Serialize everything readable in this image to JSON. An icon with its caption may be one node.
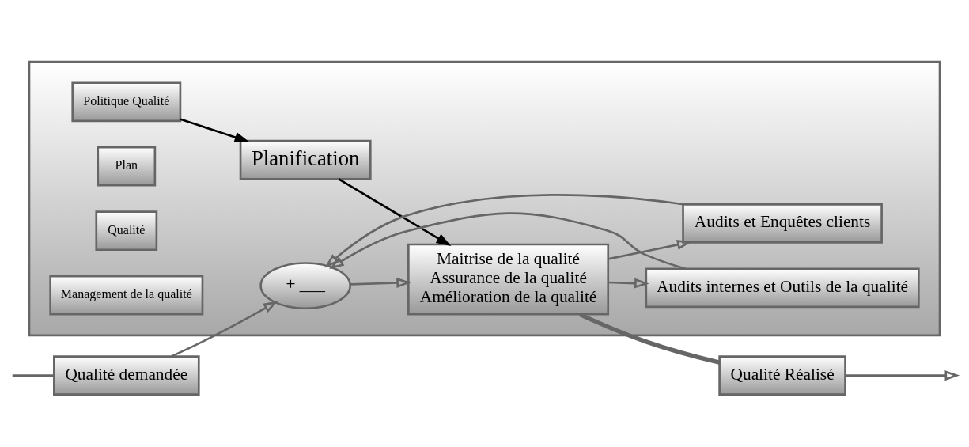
{
  "diagram": {
    "nodes": [
      {
        "text": [],
        "shape": "box"
      },
      {
        "text": [
          "Qualité demandée"
        ]
      },
      {
        "text": [
          "+ ___"
        ],
        "in": 0
      },
      {
        "text": [
          "Politique Qualité"
        ],
        "in": 0
      },
      {
        "text": [
          "Planification"
        ],
        "in": 0
      },
      {
        "text": [
          "Plan"
        ],
        "in": 0
      },
      {
        "text": [
          "Qualité"
        ],
        "in": 0
      },
      {
        "text": [
          "Maitrise de la qualité",
          "Assurance de la qualité",
          "Amélioration de la qualité"
        ],
        "in": 0
      },
      {
        "text": [
          "Audits internes et Outils de la qualité"
        ],
        "in": 0
      },
      {
        "text": [
          "Audits et Enquêtes clients"
        ],
        "in": 0
      },
      {
        "text": [
          "Management de la qualité"
        ],
        "in": 0
      },
      {
        "text": [
          "Qualité Réalisé"
        ]
      }
    ],
    "edges": [
      {
        "from": null,
        "to": 1,
        "arrow": "none"
      },
      {
        "from": 1,
        "to": 2,
        "arrow": "to"
      },
      {
        "from": 2,
        "to": 7,
        "arrow": "to"
      },
      {
        "from": 3,
        "to": 4,
        "arrow": "to",
        "color": "#000000"
      },
      {
        "from": 4,
        "to": 7,
        "arrow": "to",
        "color": "#000000"
      },
      {
        "from": 7,
        "to": 11,
        "arrow": "none",
        "style": "thick"
      },
      {
        "from": 11,
        "to": null,
        "arrow": "to"
      },
      {
        "from": 7,
        "to": 8,
        "arrow": "to"
      },
      {
        "from": 7,
        "to": 9,
        "arrow": "to"
      },
      {
        "from": 8,
        "to": 2,
        "arrow": "to"
      },
      {
        "from": 9,
        "to": 2,
        "arrow": "to"
      }
    ]
  }
}
